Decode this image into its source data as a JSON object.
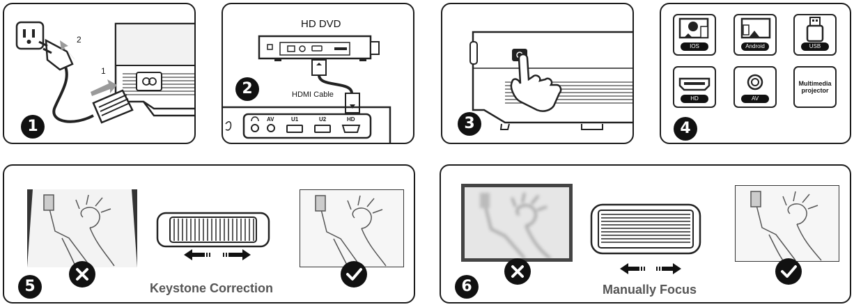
{
  "panel1": {
    "step_number": "1",
    "arrow_label_1": "1",
    "arrow_label_2": "2"
  },
  "panel2": {
    "step_number": "2",
    "device_label": "HD DVD",
    "cable_label": "HDMI Cable",
    "ports": [
      "AV",
      "U1",
      "U2",
      "HD"
    ]
  },
  "panel3": {
    "step_number": "3"
  },
  "panel4": {
    "step_number": "4",
    "sources": [
      {
        "label": "IOS",
        "icon": "ios-screen-mirror-icon"
      },
      {
        "label": "Android",
        "icon": "android-screen-mirror-icon"
      },
      {
        "label": "USB",
        "icon": "usb-icon"
      },
      {
        "label": "HD",
        "icon": "hdmi-icon"
      },
      {
        "label": "AV",
        "icon": "av-icon"
      },
      {
        "label": "Multimedia projector",
        "icon": ""
      }
    ]
  },
  "panel5": {
    "step_number": "5",
    "caption": "Keystone Correction"
  },
  "panel6": {
    "step_number": "6",
    "caption": "Manually Focus"
  },
  "colors": {
    "ink": "#111111",
    "caption_gray": "#555555",
    "arrow_gray": "#9a9a9a"
  }
}
